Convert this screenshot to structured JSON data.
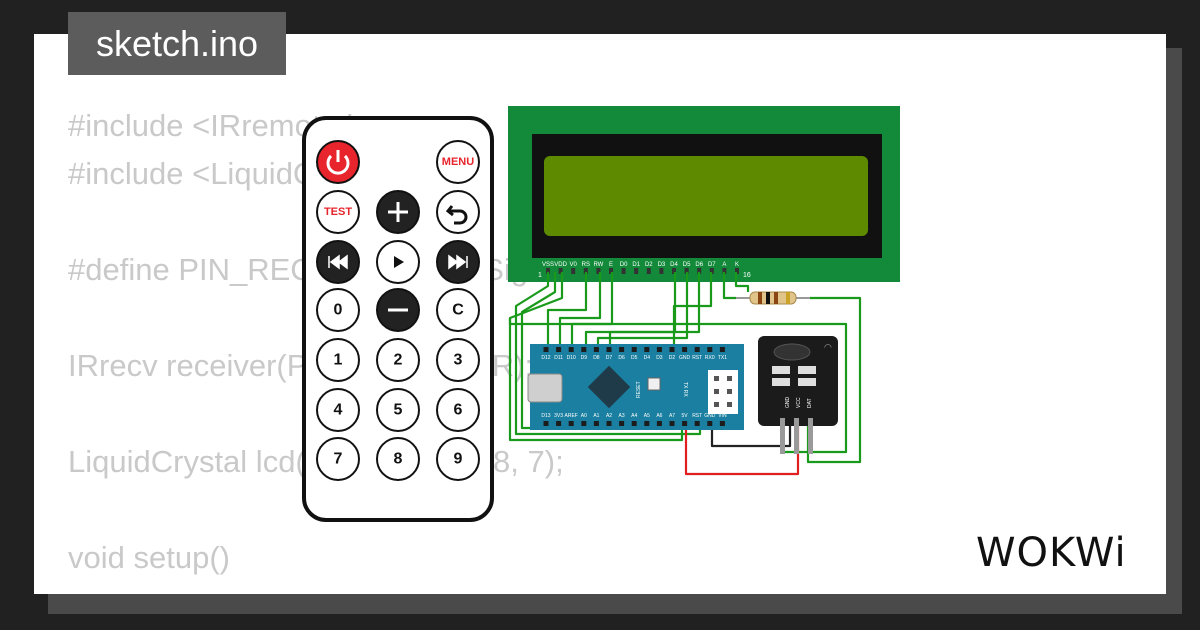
{
  "tab": {
    "title": "sketch.ino"
  },
  "code_lines": [
    "#include <IRremote.h>",
    "#include <LiquidCrystal.h>",
    "",
    "#define PIN_RECEIVER 2   // Signal Pin of IR receiver",
    "",
    "IRrecv receiver(PIN_RECEIVER);",
    "",
    "LiquidCrystal lcd(12, 11, 10, 9, 8, 7);",
    "",
    "void setup()",
    "{"
  ],
  "logo": {
    "text": "WOKWi"
  },
  "remote": {
    "power_label": "",
    "menu_label": "MENU",
    "test_label": "TEST",
    "c_label": "C",
    "digits": [
      "0",
      "1",
      "2",
      "3",
      "4",
      "5",
      "6",
      "7",
      "8",
      "9"
    ]
  },
  "lcd": {
    "pin_labels": [
      "VSS",
      "VDD",
      "V0",
      "RS",
      "RW",
      "E",
      "D0",
      "D1",
      "D2",
      "D3",
      "D4",
      "D5",
      "D6",
      "D7",
      "A",
      "K"
    ],
    "pin_first": "1",
    "pin_last": "16"
  },
  "arduino": {
    "top_pins": [
      "D12",
      "D11",
      "D10",
      "D9",
      "D8",
      "D7",
      "D6",
      "D5",
      "D4",
      "D3",
      "D2",
      "GND",
      "RST",
      "RX0",
      "TX1"
    ],
    "bottom_pins": [
      "D13",
      "3V3",
      "AREF",
      "A0",
      "A1",
      "A2",
      "A3",
      "A4",
      "A5",
      "A6",
      "A7",
      "5V",
      "RST",
      "GND",
      "VIN"
    ],
    "reset_label": "RESET",
    "txrx_label": "TX RX"
  },
  "ir_receiver": {
    "pin_labels": [
      "GND",
      "VCC",
      "DAT"
    ]
  },
  "colors": {
    "wire_green": "#1a9a1a",
    "wire_red": "#e02020",
    "wire_black": "#222222",
    "lcd_board": "#128a3a",
    "lcd_screen": "#5e8a00",
    "arduino": "#1a7fa0"
  }
}
